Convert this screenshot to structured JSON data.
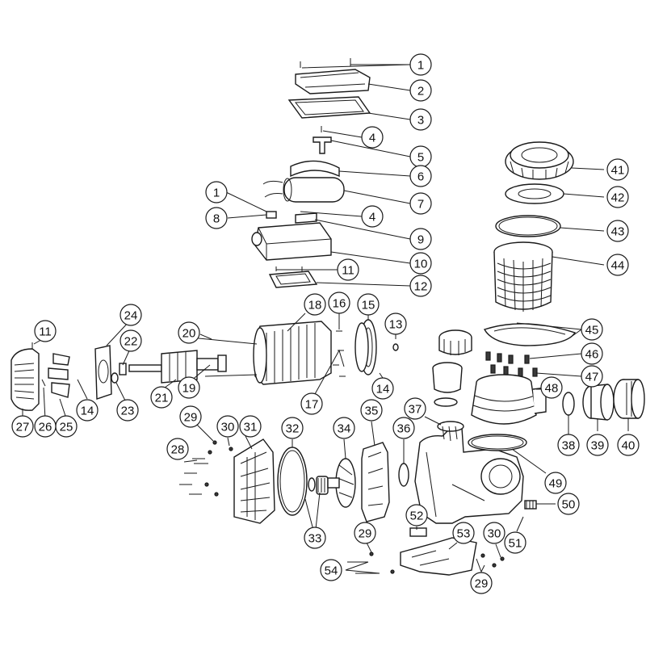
{
  "diagram": {
    "callouts": [
      {
        "id": "1a",
        "label": "1"
      },
      {
        "id": "2",
        "label": "2"
      },
      {
        "id": "3",
        "label": "3"
      },
      {
        "id": "4a",
        "label": "4"
      },
      {
        "id": "5",
        "label": "5"
      },
      {
        "id": "6",
        "label": "6"
      },
      {
        "id": "7",
        "label": "7"
      },
      {
        "id": "1b",
        "label": "1"
      },
      {
        "id": "8",
        "label": "8"
      },
      {
        "id": "4b",
        "label": "4"
      },
      {
        "id": "9",
        "label": "9"
      },
      {
        "id": "10",
        "label": "10"
      },
      {
        "id": "11a",
        "label": "11"
      },
      {
        "id": "12",
        "label": "12"
      },
      {
        "id": "41",
        "label": "41"
      },
      {
        "id": "42",
        "label": "42"
      },
      {
        "id": "43",
        "label": "43"
      },
      {
        "id": "44",
        "label": "44"
      },
      {
        "id": "45",
        "label": "45"
      },
      {
        "id": "46",
        "label": "46"
      },
      {
        "id": "47",
        "label": "47"
      },
      {
        "id": "48",
        "label": "48"
      },
      {
        "id": "38",
        "label": "38"
      },
      {
        "id": "39",
        "label": "39"
      },
      {
        "id": "40",
        "label": "40"
      },
      {
        "id": "49",
        "label": "49"
      },
      {
        "id": "50",
        "label": "50"
      },
      {
        "id": "51",
        "label": "51"
      },
      {
        "id": "13",
        "label": "13"
      },
      {
        "id": "14a",
        "label": "14"
      },
      {
        "id": "15",
        "label": "15"
      },
      {
        "id": "16",
        "label": "16"
      },
      {
        "id": "17",
        "label": "17"
      },
      {
        "id": "18",
        "label": "18"
      },
      {
        "id": "20",
        "label": "20"
      },
      {
        "id": "19",
        "label": "19"
      },
      {
        "id": "21",
        "label": "21"
      },
      {
        "id": "22",
        "label": "22"
      },
      {
        "id": "23",
        "label": "23"
      },
      {
        "id": "24",
        "label": "24"
      },
      {
        "id": "11b",
        "label": "11"
      },
      {
        "id": "14b",
        "label": "14"
      },
      {
        "id": "25",
        "label": "25"
      },
      {
        "id": "26",
        "label": "26"
      },
      {
        "id": "27",
        "label": "27"
      },
      {
        "id": "29a",
        "label": "29"
      },
      {
        "id": "30a",
        "label": "30"
      },
      {
        "id": "31",
        "label": "31"
      },
      {
        "id": "28",
        "label": "28"
      },
      {
        "id": "32",
        "label": "32"
      },
      {
        "id": "33",
        "label": "33"
      },
      {
        "id": "34",
        "label": "34"
      },
      {
        "id": "35",
        "label": "35"
      },
      {
        "id": "36",
        "label": "36"
      },
      {
        "id": "37",
        "label": "37"
      },
      {
        "id": "52",
        "label": "52"
      },
      {
        "id": "53",
        "label": "53"
      },
      {
        "id": "29b",
        "label": "29"
      },
      {
        "id": "30b",
        "label": "30"
      },
      {
        "id": "29c",
        "label": "29"
      },
      {
        "id": "54",
        "label": "54"
      }
    ]
  }
}
